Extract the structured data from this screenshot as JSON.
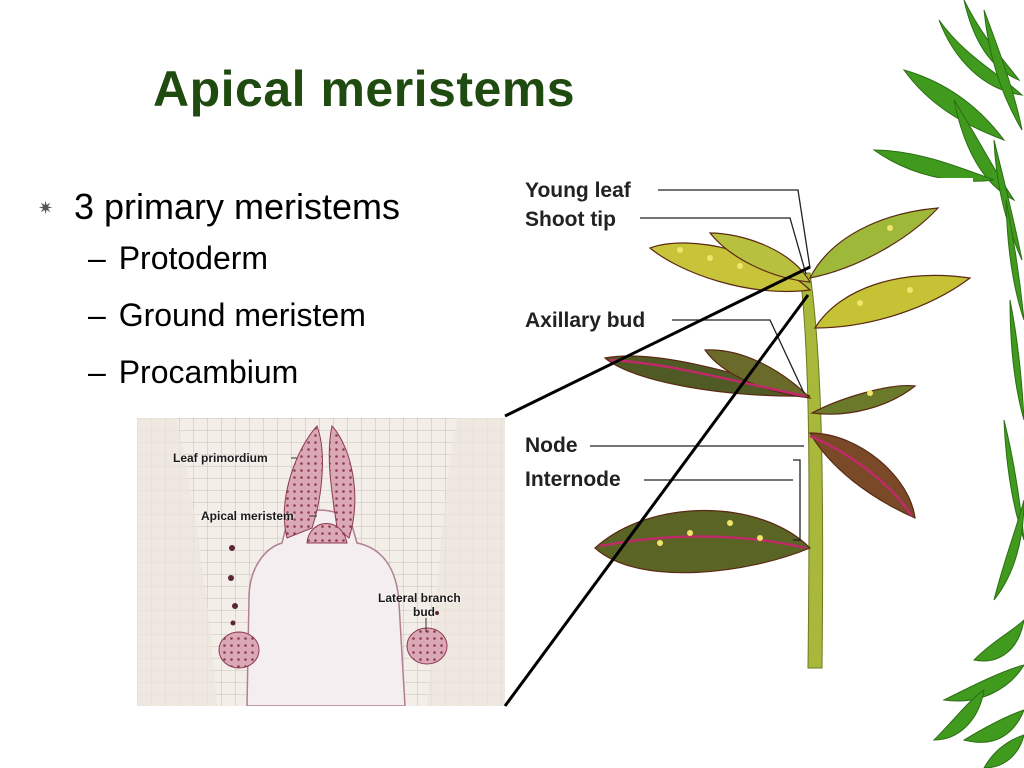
{
  "slide": {
    "title": "Apical meristems",
    "bullet": {
      "icon": "asterisk-bullet-icon",
      "text": "3 primary meristems",
      "subitems": [
        {
          "dash": "–",
          "text": "Protoderm"
        },
        {
          "dash": "–",
          "text": "Ground meristem"
        },
        {
          "dash": "–",
          "text": "Procambium"
        }
      ]
    }
  },
  "micrograph": {
    "labels": {
      "leaf_primordium": "Leaf primordium",
      "apical_meristem": "Apical meristem",
      "lateral_branch_line1": "Lateral branch",
      "lateral_branch_line2": "bud"
    }
  },
  "plant": {
    "labels": {
      "young_leaf": "Young leaf",
      "shoot_tip": "Shoot tip",
      "axillary_bud": "Axillary bud",
      "node": "Node",
      "internode": "Internode"
    }
  },
  "colors": {
    "title": "#1f4a10",
    "bamboo": "#3f9a1e",
    "stem": "#a8b83a"
  }
}
